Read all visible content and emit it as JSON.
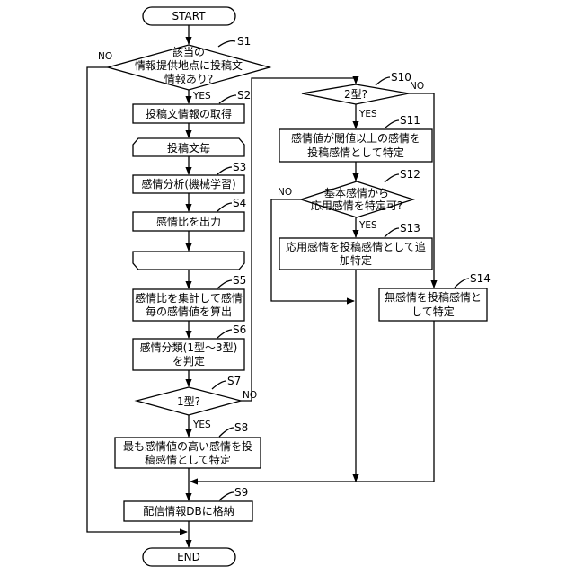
{
  "terminals": {
    "start": "START",
    "end": "END"
  },
  "steps": {
    "s1": {
      "label": "S1",
      "lines": [
        "該当の",
        "情報提供地点に投稿文",
        "情報あり?"
      ]
    },
    "s2": {
      "label": "S2",
      "text": "投稿文情報の取得"
    },
    "loop_start": {
      "text": "投稿文毎"
    },
    "s3": {
      "label": "S3",
      "text": "感情分析(機械学習)"
    },
    "s4": {
      "label": "S4",
      "text": "感情比を出力"
    },
    "s5": {
      "label": "S5",
      "lines": [
        "感情比を集計して感情",
        "毎の感情値を算出"
      ]
    },
    "s6": {
      "label": "S6",
      "lines": [
        "感情分類(1型～3型)",
        "を判定"
      ]
    },
    "s7": {
      "label": "S7",
      "text": "1型?"
    },
    "s8": {
      "label": "S8",
      "lines": [
        "最も感情値の高い感情を投",
        "稿感情として特定"
      ]
    },
    "s9": {
      "label": "S9",
      "text": "配信情報DBに格納"
    },
    "s10": {
      "label": "S10",
      "text": "2型?"
    },
    "s11": {
      "label": "S11",
      "lines": [
        "感情値が閾値以上の感情を",
        "投稿感情として特定"
      ]
    },
    "s12": {
      "label": "S12",
      "lines": [
        "基本感情から",
        "応用感情を特定可?"
      ]
    },
    "s13": {
      "label": "S13",
      "lines": [
        "応用感情を投稿感情として追",
        "加特定"
      ]
    },
    "s14": {
      "label": "S14",
      "lines": [
        "無感情を投稿感情と",
        "して特定"
      ]
    }
  },
  "branches": {
    "yes": "YES",
    "no": "NO"
  }
}
